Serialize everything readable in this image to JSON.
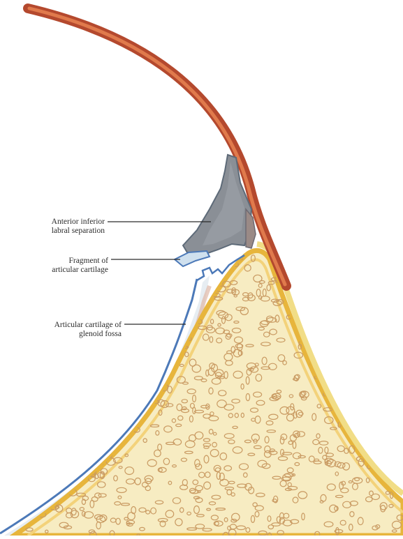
{
  "labels": {
    "labral_separation": [
      "Anterior inferior",
      "labral separation"
    ],
    "cartilage_fragment": [
      "Fragment of",
      "articular cartilage"
    ],
    "glenoid_cartilage": [
      "Articular cartilage of",
      "glenoid fossa"
    ]
  },
  "colors": {
    "labrum_outer": "#b4492e",
    "labrum_inner": "#e07a4c",
    "labral_tissue": "#8a8f96",
    "cartilage_blue": "#4c79b8",
    "bone_cortex": "#e7b53c",
    "bone_marrow": "#f7ecc2",
    "trabeculae": "#c99a62"
  }
}
